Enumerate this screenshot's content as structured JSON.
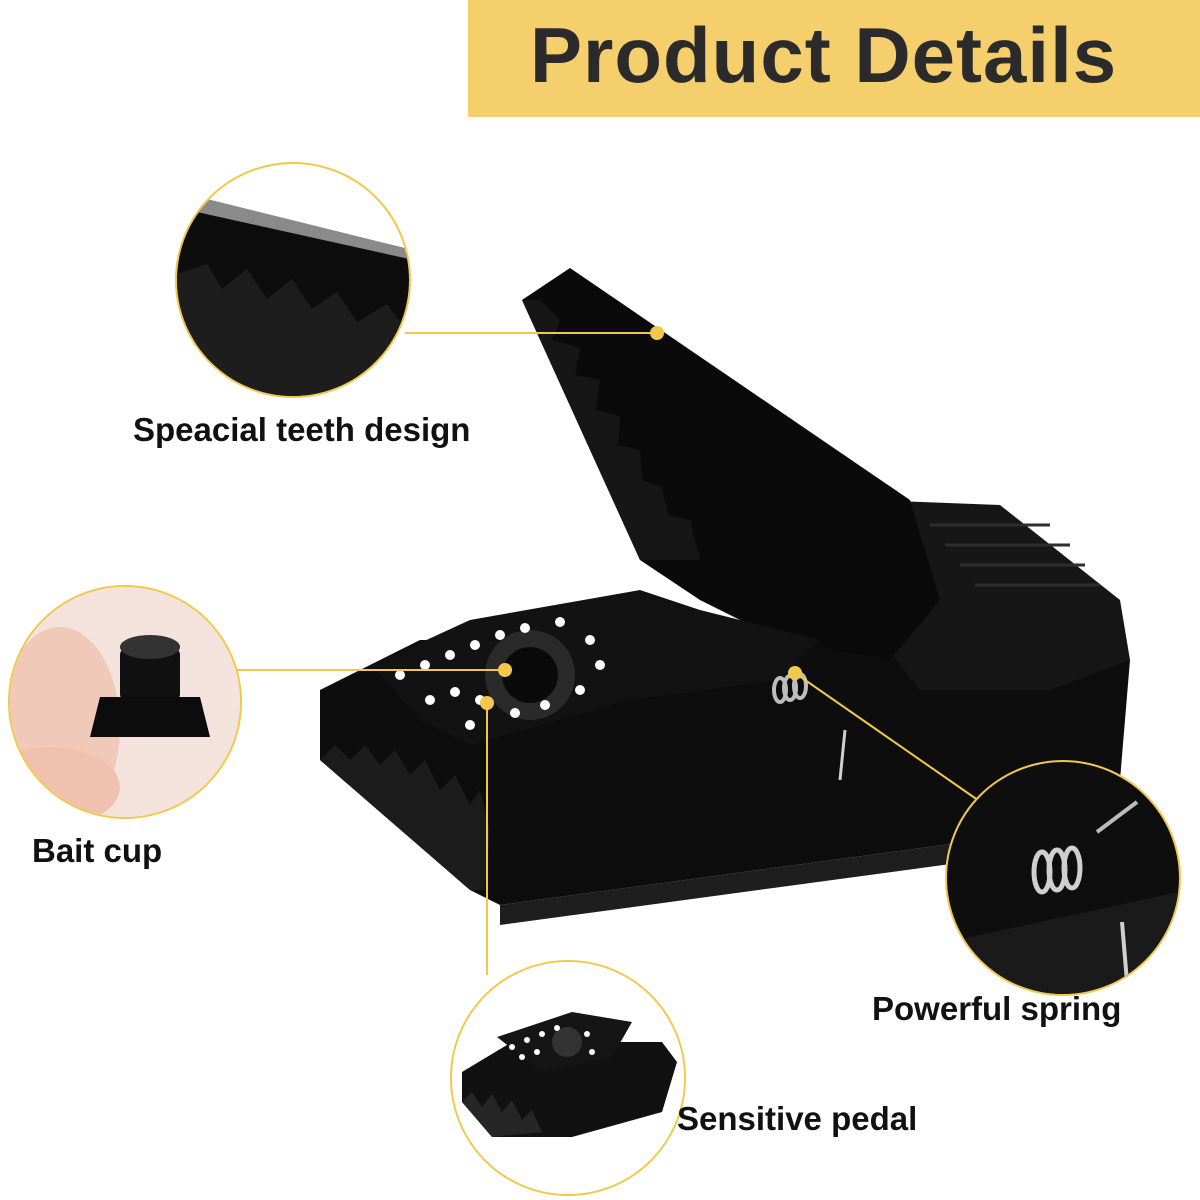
{
  "banner": {
    "title": "Product Details"
  },
  "features": {
    "teeth": "Speacial teeth design",
    "bait": "Bait cup",
    "spring": "Powerful spring",
    "pedal": "Sensitive pedal"
  },
  "colors": {
    "banner": "#f6cf6d",
    "callout_line": "#f2c84b",
    "trap_body": "#111111"
  }
}
